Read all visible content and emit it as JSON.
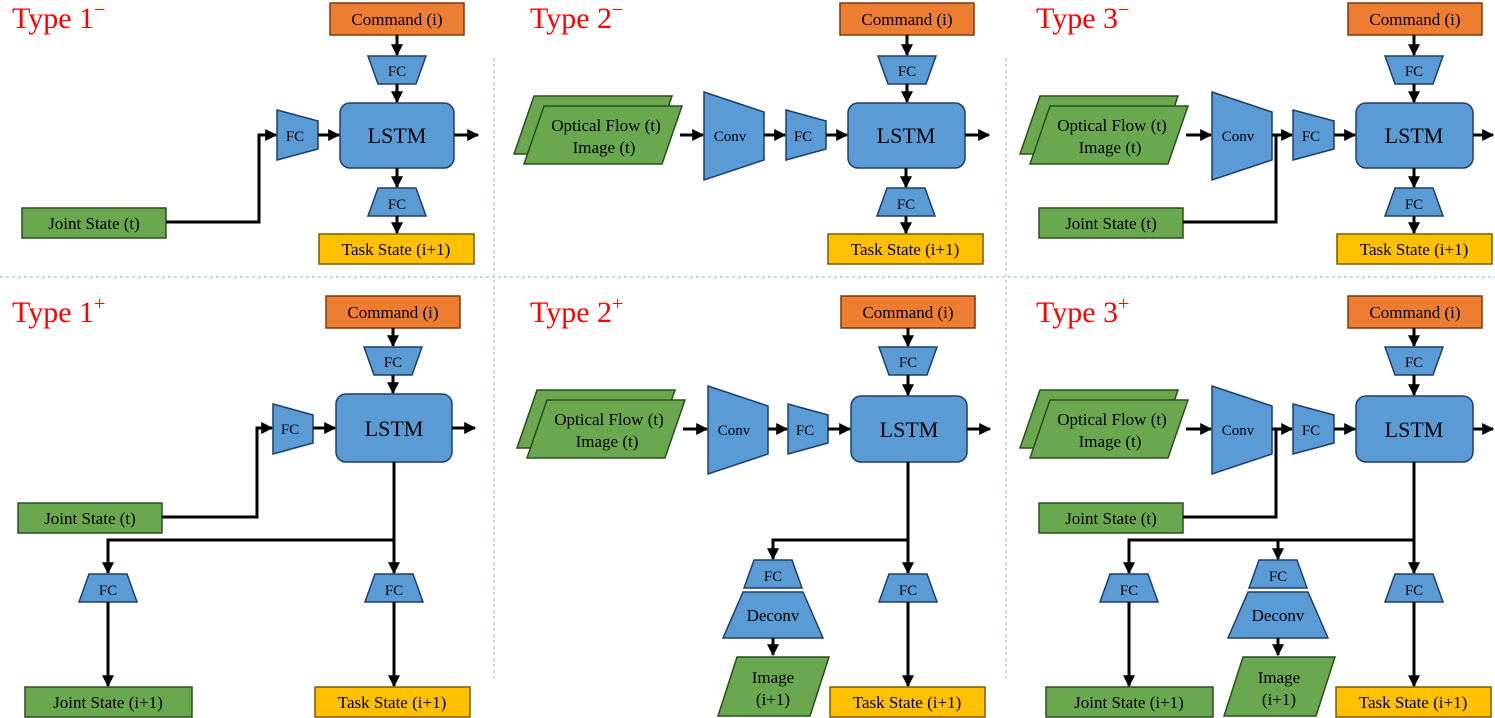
{
  "colors": {
    "input": "#6aa84f",
    "network": "#5b9bd5",
    "command": "#ed7d31",
    "task": "#ffc000",
    "title": "#ff0000"
  },
  "panels": {
    "p1m": {
      "title": "Type 1",
      "sup": "−",
      "command": "Command (i)",
      "fc_top": "FC",
      "fc_in": "FC",
      "lstm": "LSTM",
      "fc_out": "FC",
      "joint": "Joint State (t)",
      "task": "Task State (i+1)"
    },
    "p2m": {
      "title": "Type 2",
      "sup": "−",
      "command": "Command (i)",
      "fc_top": "FC",
      "flow": "Optical Flow (t)",
      "image": "Image (t)",
      "conv": "Conv",
      "fc_in": "FC",
      "lstm": "LSTM",
      "fc_out": "FC",
      "task": "Task State (i+1)"
    },
    "p3m": {
      "title": "Type 3",
      "sup": "−",
      "command": "Command (i)",
      "fc_top": "FC",
      "flow": "Optical Flow (t)",
      "image": "Image (t)",
      "conv": "Conv",
      "fc_in": "FC",
      "lstm": "LSTM",
      "fc_out": "FC",
      "joint": "Joint State (t)",
      "task": "Task State (i+1)"
    },
    "p1p": {
      "title": "Type 1",
      "sup": "+",
      "command": "Command (i)",
      "fc_top": "FC",
      "fc_in": "FC",
      "lstm": "LSTM",
      "joint": "Joint State (t)",
      "fc_joint": "FC",
      "fc_task": "FC",
      "joint_out": "Joint State (i+1)",
      "task": "Task State (i+1)"
    },
    "p2p": {
      "title": "Type 2",
      "sup": "+",
      "command": "Command (i)",
      "fc_top": "FC",
      "flow": "Optical Flow (t)",
      "image": "Image (t)",
      "conv": "Conv",
      "fc_in": "FC",
      "lstm": "LSTM",
      "fc_img": "FC",
      "deconv": "Deconv",
      "img_out_1": "Image",
      "img_out_2": "(i+1)",
      "fc_task": "FC",
      "task": "Task State (i+1)"
    },
    "p3p": {
      "title": "Type 3",
      "sup": "+",
      "command": "Command (i)",
      "fc_top": "FC",
      "flow": "Optical Flow (t)",
      "image": "Image (t)",
      "conv": "Conv",
      "fc_in": "FC",
      "lstm": "LSTM",
      "joint": "Joint State (t)",
      "fc_joint": "FC",
      "fc_img": "FC",
      "deconv": "Deconv",
      "img_out_1": "Image",
      "img_out_2": "(i+1)",
      "fc_task": "FC",
      "joint_out": "Joint State (i+1)",
      "task": "Task State (i+1)"
    }
  }
}
